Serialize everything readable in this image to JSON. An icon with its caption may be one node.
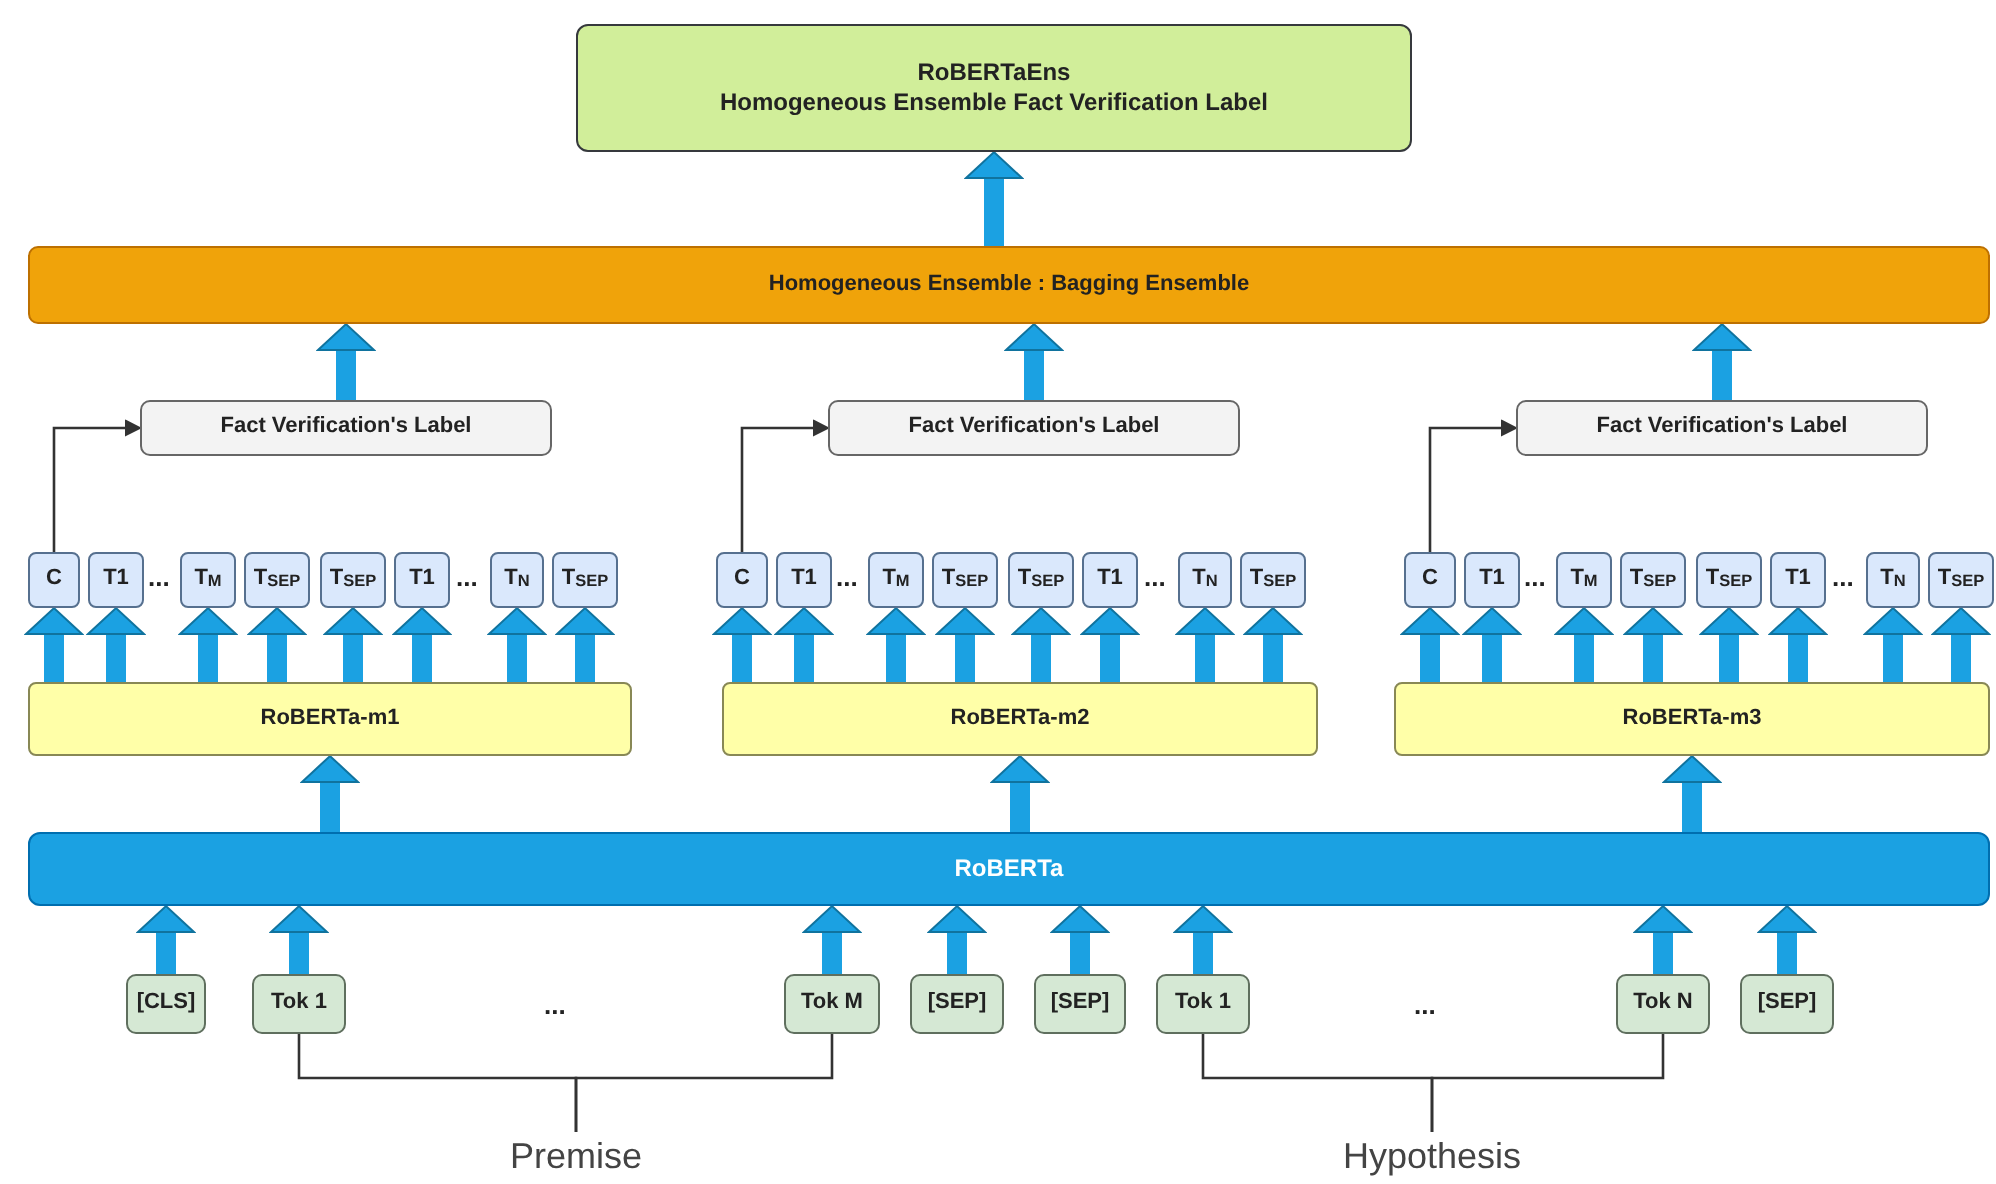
{
  "diagram": {
    "nodes": [
      {
        "text": [
          "RoBERTaEns",
          "Homogeneous Ensemble Fact Verification Label"
        ]
      },
      {
        "text": [
          "Homogeneous Ensemble : Bagging Ensemble"
        ]
      },
      {
        "text": [
          "Fact Verification's Label"
        ]
      },
      {
        "text": [
          "Fact Verification's Label"
        ]
      },
      {
        "text": [
          "Fact Verification's Label"
        ]
      },
      {
        "text": [
          "C"
        ]
      },
      {
        "text": [
          "T1"
        ]
      },
      {
        "text": [
          "T$_{M}$"
        ]
      },
      {
        "text": [
          "T$_{SEP}$"
        ]
      },
      {
        "text": [
          "T$_{SEP}$"
        ]
      },
      {
        "text": [
          "T1"
        ]
      },
      {
        "text": [
          "T$_{N}$"
        ]
      },
      {
        "text": [
          "T$_{SEP}$"
        ]
      },
      {
        "text": [
          "C"
        ]
      },
      {
        "text": [
          "T1"
        ]
      },
      {
        "text": [
          "T$_{M}$"
        ]
      },
      {
        "text": [
          "T$_{SEP}$"
        ]
      },
      {
        "text": [
          "T$_{SEP}$"
        ]
      },
      {
        "text": [
          "T1"
        ]
      },
      {
        "text": [
          "T$_{N}$"
        ]
      },
      {
        "text": [
          "T$_{SEP}$"
        ]
      },
      {
        "text": [
          "C"
        ]
      },
      {
        "text": [
          "T1"
        ]
      },
      {
        "text": [
          "T$_{M}$"
        ]
      },
      {
        "text": [
          "T$_{SEP}$"
        ]
      },
      {
        "text": [
          "T$_{SEP}$"
        ]
      },
      {
        "text": [
          "T1"
        ]
      },
      {
        "text": [
          "T$_{N}$"
        ]
      },
      {
        "text": [
          "T$_{SEP}$"
        ]
      },
      {
        "text": [
          "RoBERTa-m1"
        ]
      },
      {
        "text": [
          "RoBERTa-m2"
        ]
      },
      {
        "text": [
          "RoBERTa-m3"
        ]
      },
      {
        "text": [
          "RoBERTa"
        ]
      },
      {
        "text": [
          "[CLS]"
        ]
      },
      {
        "text": [
          "Tok 1"
        ]
      },
      {
        "text": [
          "Tok M"
        ]
      },
      {
        "text": [
          "[SEP]"
        ]
      },
      {
        "text": [
          "[SEP]"
        ]
      },
      {
        "text": [
          "Tok 1"
        ]
      },
      {
        "text": [
          "Tok N"
        ]
      },
      {
        "text": [
          "[SEP]"
        ]
      },
      {
        "text": [
          "Premise"
        ]
      },
      {
        "text": [
          "Hypothesis"
        ]
      }
    ],
    "edges": [
      {
        "from": 1,
        "to": 0,
        "arrow": "to"
      },
      {
        "from": 2,
        "to": 1,
        "arrow": "to"
      },
      {
        "from": 3,
        "to": 1,
        "arrow": "to"
      },
      {
        "from": 4,
        "to": 1,
        "arrow": "to"
      },
      {
        "from": 5,
        "to": 2,
        "arrow": "to",
        "color": "#333333"
      },
      {
        "from": 13,
        "to": 3,
        "arrow": "to",
        "color": "#333333"
      },
      {
        "from": 21,
        "to": 4,
        "arrow": "to",
        "color": "#333333"
      },
      {
        "from": 29,
        "to": 5,
        "arrow": "to"
      },
      {
        "from": 29,
        "to": 6,
        "arrow": "to"
      },
      {
        "from": 29,
        "to": 7,
        "arrow": "to"
      },
      {
        "from": 29,
        "to": 8,
        "arrow": "to"
      },
      {
        "from": 29,
        "to": 9,
        "arrow": "to"
      },
      {
        "from": 29,
        "to": 10,
        "arrow": "to"
      },
      {
        "from": 29,
        "to": 11,
        "arrow": "to"
      },
      {
        "from": 29,
        "to": 12,
        "arrow": "to"
      },
      {
        "from": 30,
        "to": 13,
        "arrow": "to"
      },
      {
        "from": 30,
        "to": 14,
        "arrow": "to"
      },
      {
        "from": 30,
        "to": 15,
        "arrow": "to"
      },
      {
        "from": 30,
        "to": 16,
        "arrow": "to"
      },
      {
        "from": 30,
        "to": 17,
        "arrow": "to"
      },
      {
        "from": 30,
        "to": 18,
        "arrow": "to"
      },
      {
        "from": 30,
        "to": 19,
        "arrow": "to"
      },
      {
        "from": 30,
        "to": 20,
        "arrow": "to"
      },
      {
        "from": 31,
        "to": 21,
        "arrow": "to"
      },
      {
        "from": 31,
        "to": 22,
        "arrow": "to"
      },
      {
        "from": 31,
        "to": 23,
        "arrow": "to"
      },
      {
        "from": 31,
        "to": 24,
        "arrow": "to"
      },
      {
        "from": 31,
        "to": 25,
        "arrow": "to"
      },
      {
        "from": 31,
        "to": 26,
        "arrow": "to"
      },
      {
        "from": 31,
        "to": 27,
        "arrow": "to"
      },
      {
        "from": 31,
        "to": 28,
        "arrow": "to"
      },
      {
        "from": 32,
        "to": 29,
        "arrow": "to"
      },
      {
        "from": 32,
        "to": 30,
        "arrow": "to"
      },
      {
        "from": 32,
        "to": 31,
        "arrow": "to"
      },
      {
        "from": 33,
        "to": 32,
        "arrow": "to"
      },
      {
        "from": 34,
        "to": 32,
        "arrow": "to"
      },
      {
        "from": 35,
        "to": 32,
        "arrow": "to"
      },
      {
        "from": 36,
        "to": 32,
        "arrow": "to"
      },
      {
        "from": 37,
        "to": 32,
        "arrow": "to"
      },
      {
        "from": 38,
        "to": 32,
        "arrow": "to"
      },
      {
        "from": 39,
        "to": 32,
        "arrow": "to"
      },
      {
        "from": 40,
        "to": 32,
        "arrow": "to"
      },
      {
        "from": 34,
        "to": 41,
        "arrow": "none",
        "color": "#333333"
      },
      {
        "from": 35,
        "to": 41,
        "arrow": "none",
        "color": "#333333"
      },
      {
        "from": 38,
        "to": 42,
        "arrow": "none",
        "color": "#333333"
      },
      {
        "from": 39,
        "to": 42,
        "arrow": "none",
        "color": "#333333"
      }
    ],
    "labels": [
      "...",
      "...",
      "...",
      "...",
      "...",
      "...",
      "...",
      "..."
    ]
  }
}
